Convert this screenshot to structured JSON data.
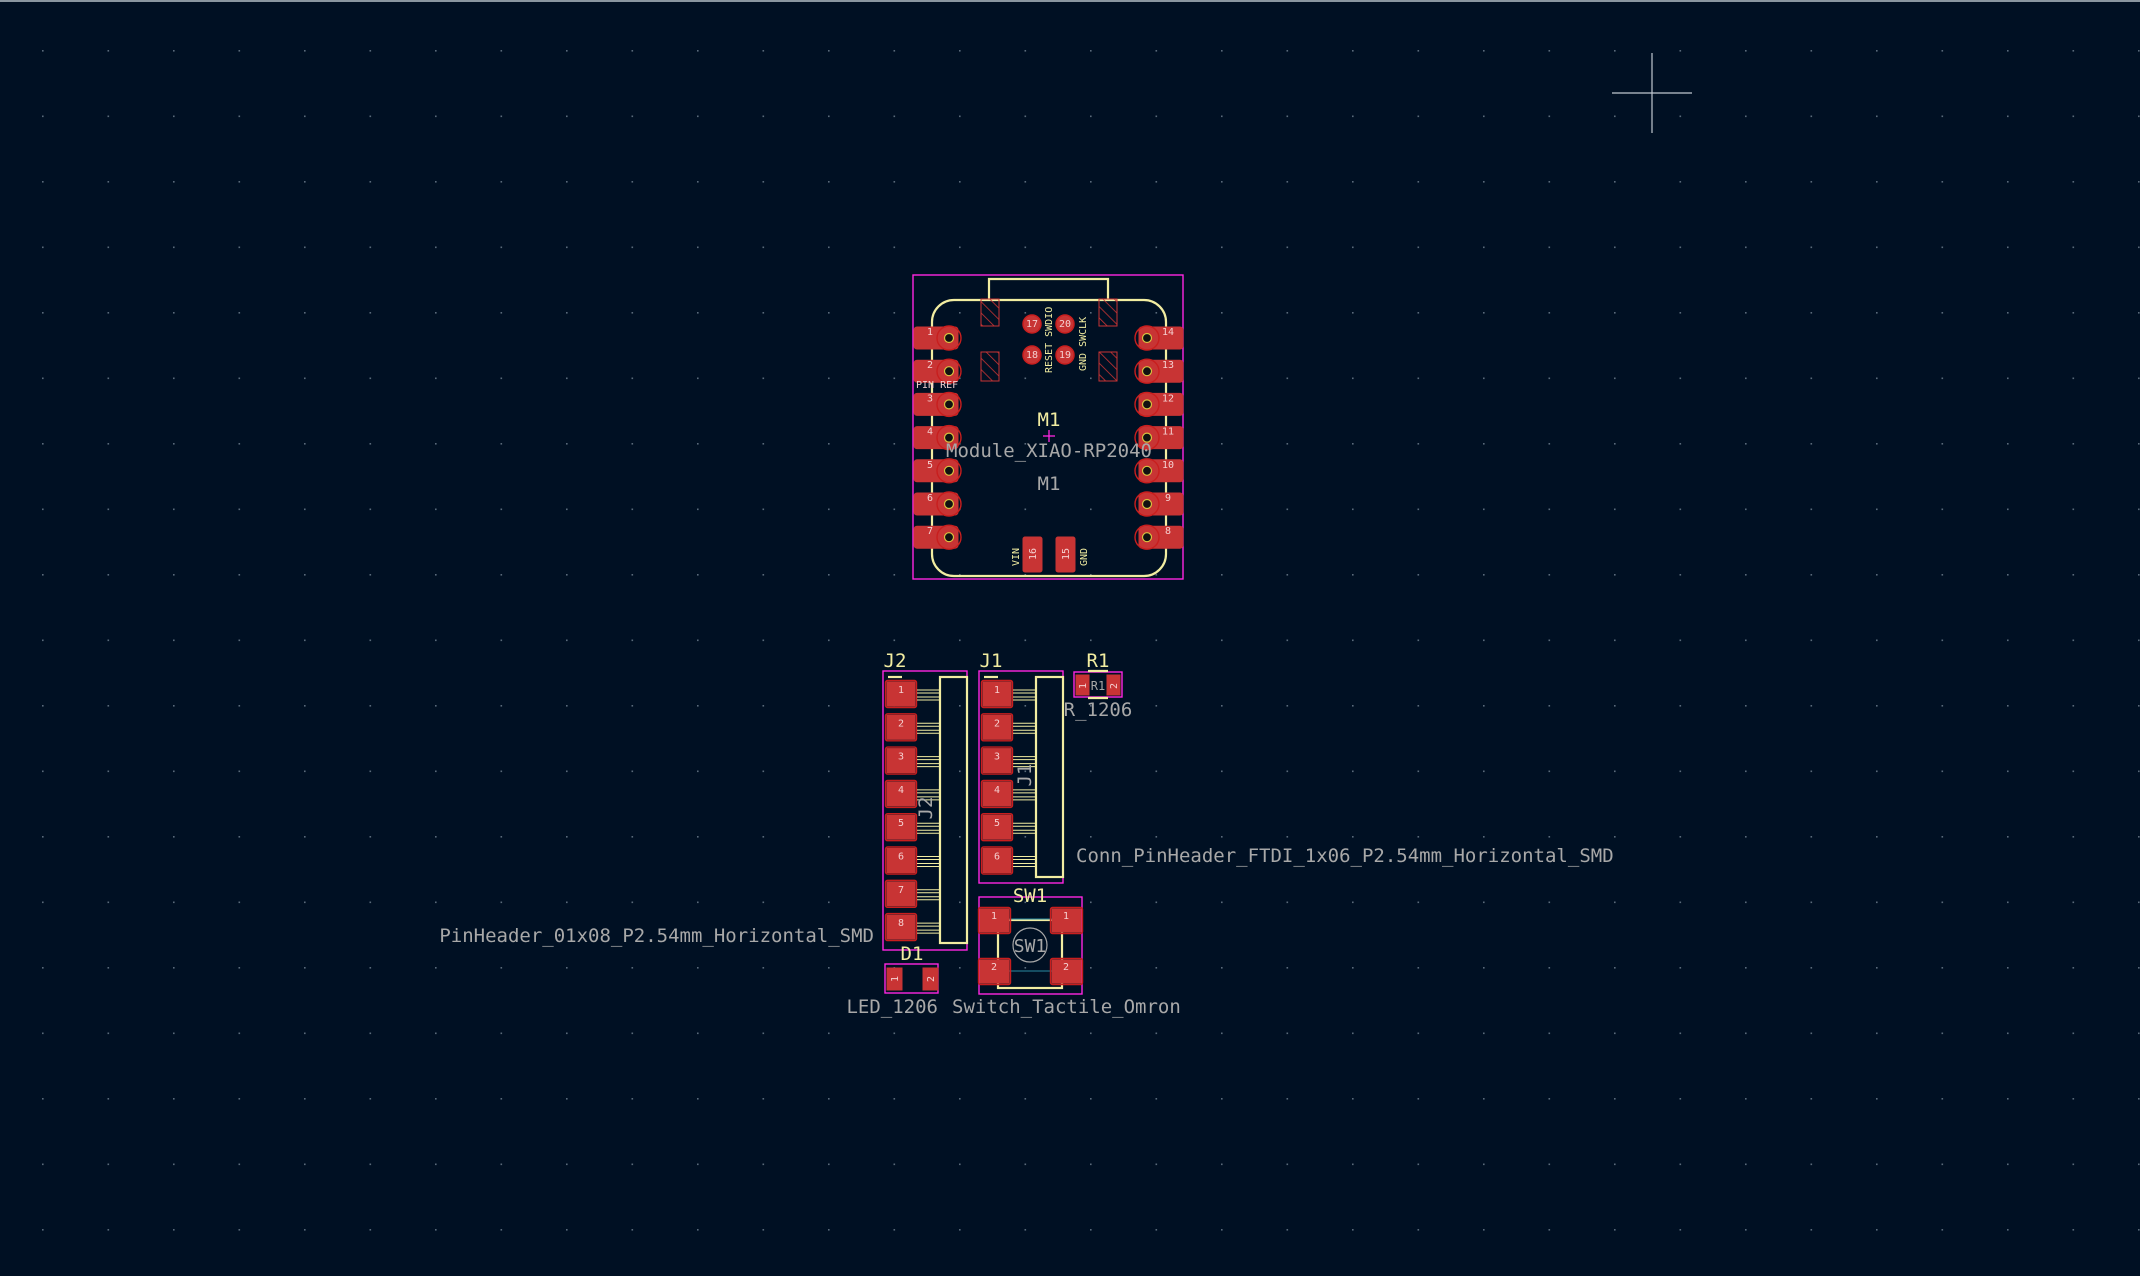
{
  "app": {
    "background": "#001023",
    "silk_color": "#f2eda1",
    "pad_color": "#c83434",
    "courtyard_color": "#ff26e2"
  },
  "m1": {
    "reference": "M1",
    "value": "Module_XIAO-RP2040",
    "ref_fab": "M1",
    "left_pins": [
      "1",
      "2",
      "3",
      "4",
      "5",
      "6",
      "7"
    ],
    "right_pins": [
      "14",
      "13",
      "12",
      "11",
      "10",
      "9",
      "8"
    ],
    "pin_ref_label": "PIN REF",
    "swd_pads": [
      "17",
      "20",
      "18",
      "19"
    ],
    "swd_labels": {
      "reset_swdio": "RESET SWDIO",
      "gnd_swclk": "GND SWCLK"
    },
    "bottom_pads": [
      "16",
      "15"
    ],
    "bottom_labels": {
      "vin": "VIN",
      "gnd": "GND"
    }
  },
  "j2": {
    "reference": "J2",
    "fab_ref": "J2",
    "pins": [
      "1",
      "2",
      "3",
      "4",
      "5",
      "6",
      "7",
      "8"
    ],
    "value": "PinHeader_01x08_P2.54mm_Horizontal_SMD"
  },
  "j1": {
    "reference": "J1",
    "fab_ref": "J1",
    "pins": [
      "1",
      "2",
      "3",
      "4",
      "5",
      "6"
    ],
    "value": "Conn_PinHeader_FTDI_1x06_P2.54mm_Horizontal_SMD"
  },
  "r1": {
    "reference": "R1",
    "fab_ref": "R1",
    "value": "R_1206",
    "pins": [
      "1",
      "2"
    ]
  },
  "d1": {
    "reference": "D1",
    "value": "LED_1206",
    "pins": [
      "1",
      "2"
    ]
  },
  "sw1": {
    "reference": "SW1",
    "fab_ref": "SW1",
    "value": "Switch_Tactile_Omron",
    "pins": [
      "1",
      "1",
      "2",
      "2"
    ]
  }
}
